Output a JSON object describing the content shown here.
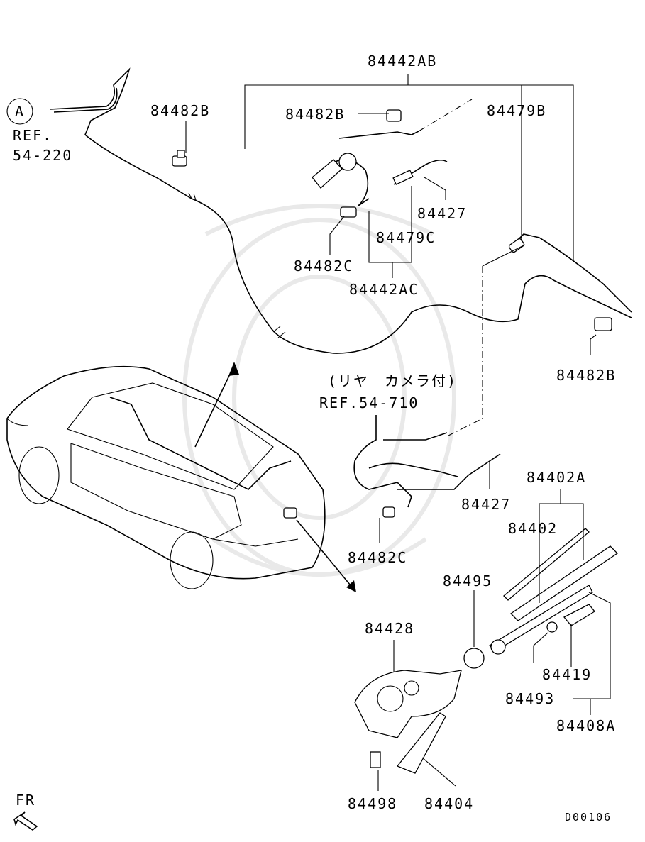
{
  "labels": {
    "p84442AB": "84442AB",
    "p84482B_left": "84482B",
    "p84482B_top": "84482B",
    "p84479B": "84479B",
    "ref_a_circle": "A",
    "ref_a_ref": "REF.",
    "ref_a_num": "54-220",
    "p84427_top": "84427",
    "p84479C": "84479C",
    "p84482C_top": "84482C",
    "p84442AC": "84442AC",
    "p84482B_right": "84482B",
    "camera_note": "(リヤ　カメラ付)",
    "camera_ref": "REF.54-710",
    "p84427_mid": "84427",
    "p84402A": "84402A",
    "p84402": "84402",
    "p84482C_mid": "84482C",
    "p84495": "84495",
    "p84428": "84428",
    "p84419": "84419",
    "p84493": "84493",
    "p84408A": "84408A",
    "p84498": "84498",
    "p84404": "84404",
    "front_label": "FR",
    "diagram_code": "D00106"
  },
  "colors": {
    "line": "#000000",
    "watermark": "#e9e9e9",
    "background": "#ffffff"
  }
}
